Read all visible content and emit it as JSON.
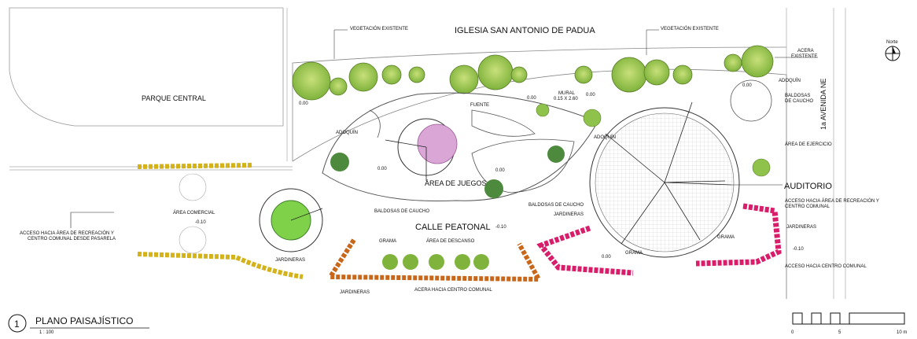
{
  "labels": {
    "church": "IGLESIA SAN ANTONIO DE PADUA",
    "park": "PARQUE CENTRAL",
    "avenue": "1a AVENIDA NE",
    "north": "Norte",
    "veg_left": "VEGETACIÓN EXISTENTE",
    "veg_right": "VEGETACIÓN EXISTENTE",
    "acera_existente": "ACERA\nEXISTENTE",
    "adoquin_right": "ADOQUÍN",
    "baldosas_caucho_right": "BALDOSAS\nDE CAUCHO",
    "area_ejercicio": "ÁREA DE EJERCICIO",
    "auditorio": "AUDITORIO",
    "acceso_recreacion_right": "ACCESO HACIA ÁREA DE RECREACIÓN Y\nCENTRO COMUNAL",
    "jardineras_right": "JARDINERAS",
    "acceso_centro": "ACCESO HACIA CENTRO COMUNAL",
    "grama_right": "GRAMA",
    "grama_mid": "GRAMA",
    "mural": "MURAL\n0.15 X 2.60",
    "fuente": "FUENTE",
    "adoquin_left": "ADOQUÍN",
    "adoquin_mid": "ADOQUÍN",
    "area_juegos": "ÁREA DE JUEGOS",
    "baldosas_left": "BALDOSAS DE CAUCHO",
    "baldosas_mid": "BALDOSAS DE CAUCHO",
    "calle_peatonal": "CALLE PEATONAL",
    "jardineras_top": "JARDINERAS",
    "grama_center": "GRAMA",
    "area_descanso": "ÁREA DE DESCANSO",
    "area_comercial": "ÁREA COMERCIAL",
    "acceso_pasarela": "ACCESO HACIA ÁREA DE RECREACIÓN Y\nCENTRO COMUNAL DESDE PASARELA",
    "jardineras_left": "JARDINERAS",
    "jardineras_bottom": "JARDINERAS",
    "acera_centro": "ACERA HACIA CENTRO COMUNAL"
  },
  "levels": {
    "n1": "0.00",
    "n2": "0.00",
    "n3": "0.00",
    "n4": "0.00",
    "n5": "0.00",
    "n6": "-0.10",
    "n7": "-0.10",
    "n8": "-0.10",
    "n9": "0.00",
    "n10": "0.00"
  },
  "title_block": {
    "number": "1",
    "title": "PLANO PAISAJÍSTICO",
    "scale": "1 : 100"
  },
  "scale_bar": {
    "ticks": [
      "0",
      "5",
      "10 m"
    ]
  },
  "colors": {
    "tree_green": "#8fc24a",
    "dark_tree": "#4e8a3e",
    "planter_red": "#d81e6a",
    "planter_orange": "#c8661a",
    "planter_yellow": "#d4b21a",
    "play_area": "#d9a6d6",
    "line": "#222222"
  }
}
